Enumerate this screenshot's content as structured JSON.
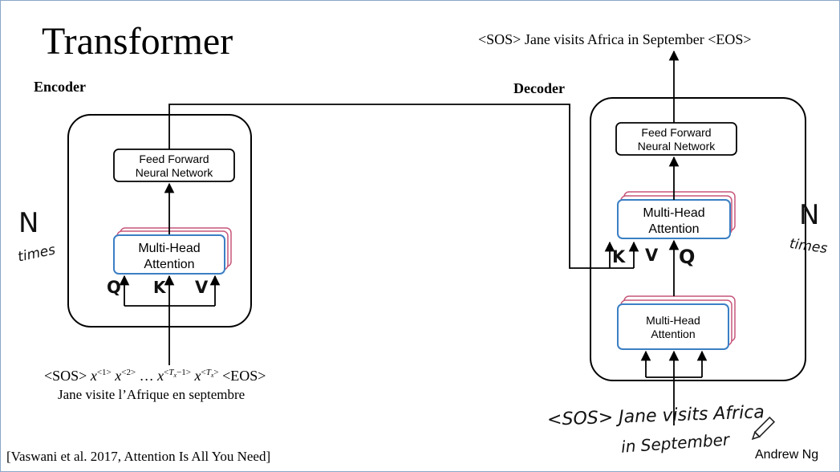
{
  "title": "Transformer",
  "encoder": {
    "label": "Encoder",
    "ffn_line1": "Feed Forward",
    "ffn_line2": "Neural Network",
    "mha_line1": "Multi-Head",
    "mha_line2": "Attention",
    "q": "Q",
    "k": "K",
    "v": "V",
    "n": "N",
    "times": "times",
    "input_sequence": "<SOS> x<1> x<2> ... x<Tx−1> x<Tx> <EOS>",
    "input_sentence": "Jane visite l’Afrique en septembre"
  },
  "decoder": {
    "label": "Decoder",
    "ffn_line1": "Feed Forward",
    "ffn_line2": "Neural Network",
    "mha_top_line1": "Multi-Head",
    "mha_top_line2": "Attention",
    "mha_bottom_line1": "Multi-Head",
    "mha_bottom_line2": "Attention",
    "k": "K",
    "v": "V",
    "q": "Q",
    "n": "N",
    "times": "times",
    "output": "<SOS> Jane visits Africa in September <EOS>",
    "input_line1": "<SOS> Jane visits Africa",
    "input_line2": "in September"
  },
  "citation": "[Vaswani et al. 2017, Attention Is All You Need]",
  "author": "Andrew Ng",
  "colors": {
    "box_border": "#3b7fc4",
    "stack_back": "#c7577a",
    "frame": "#8aa6c8"
  }
}
